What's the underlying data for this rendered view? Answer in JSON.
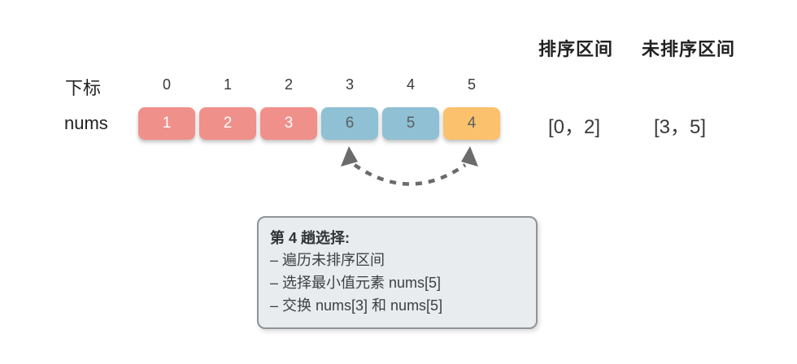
{
  "columns": {
    "sorted_header": "排序区间",
    "unsorted_header": "未排序区间",
    "sorted_interval": "[0，2]",
    "unsorted_interval": "[3，5]"
  },
  "array": {
    "index_row_label": "下标",
    "values_row_label": "nums",
    "cells": [
      {
        "index": "0",
        "value": "1",
        "state": "sorted"
      },
      {
        "index": "1",
        "value": "2",
        "state": "sorted"
      },
      {
        "index": "2",
        "value": "3",
        "state": "sorted"
      },
      {
        "index": "3",
        "value": "6",
        "state": "unsorted"
      },
      {
        "index": "4",
        "value": "5",
        "state": "unsorted"
      },
      {
        "index": "5",
        "value": "4",
        "state": "min"
      }
    ]
  },
  "swap_arrow": {
    "from": "nums[3]",
    "to": "nums[5]"
  },
  "note_box": {
    "title": "第 4 趟选择:",
    "items": [
      "– 遍历未排序区间",
      "– 选择最小值元素 nums[5]",
      "– 交换 nums[3] 和 nums[5]"
    ]
  },
  "colors": {
    "sorted_cell": "#f0908a",
    "unsorted_cell": "#8fc0d3",
    "min_cell": "#fbc16c",
    "cell_text_light": "#fdfdfd",
    "cell_text_dark": "#5b6064",
    "arrow": "#6b6b6b",
    "note_background": "#e8ecee",
    "note_border": "#8e9499",
    "text": "#212121"
  }
}
